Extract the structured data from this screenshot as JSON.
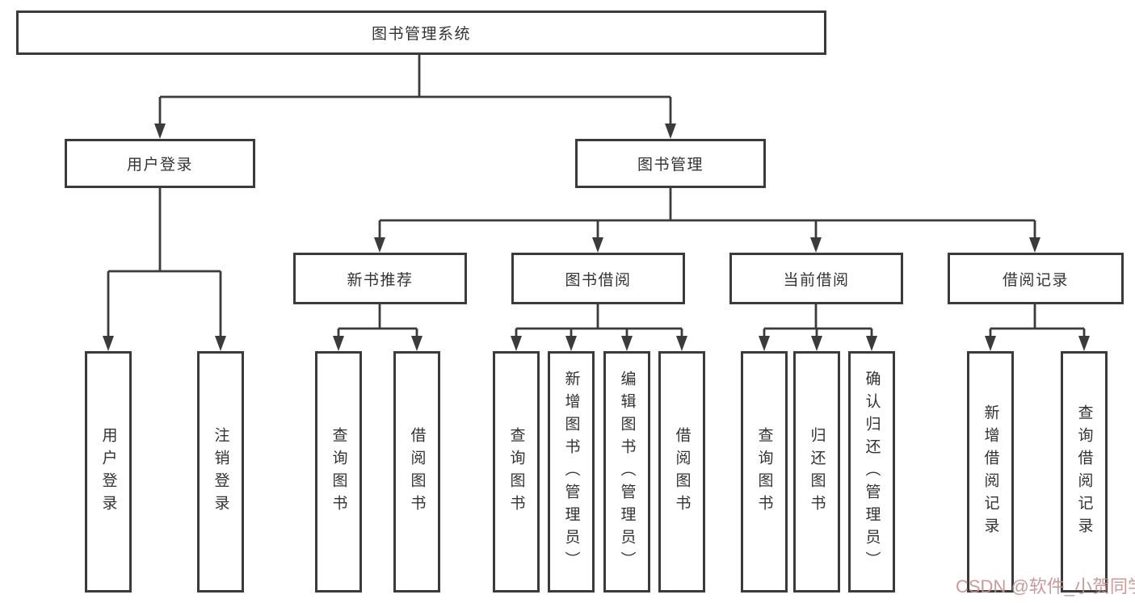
{
  "root": {
    "label": "图书管理系统"
  },
  "branches": {
    "user": {
      "label": "用户登录",
      "children": [
        "用户登录",
        "注销登录"
      ]
    },
    "books": {
      "label": "图书管理",
      "sections": [
        {
          "label": "新书推荐",
          "children": [
            "查询图书",
            "借阅图书"
          ]
        },
        {
          "label": "图书借阅",
          "children": [
            "查询图书",
            "新增图书（管理员）",
            "编辑图书（管理员）",
            "借阅图书"
          ]
        },
        {
          "label": "当前借阅",
          "children": [
            "查询图书",
            "归还图书",
            "确认归还（管理员）"
          ]
        },
        {
          "label": "借阅记录",
          "children": [
            "新增借阅记录",
            "查询借阅记录"
          ]
        }
      ]
    }
  },
  "watermark": {
    "text": "CSDN @软件_小贺同学"
  },
  "colors": {
    "line": "#3b3b3b",
    "box_border": "#3b3b3b",
    "text": "#333333",
    "watermark": "#c98f8f",
    "background": "#ffffff"
  }
}
